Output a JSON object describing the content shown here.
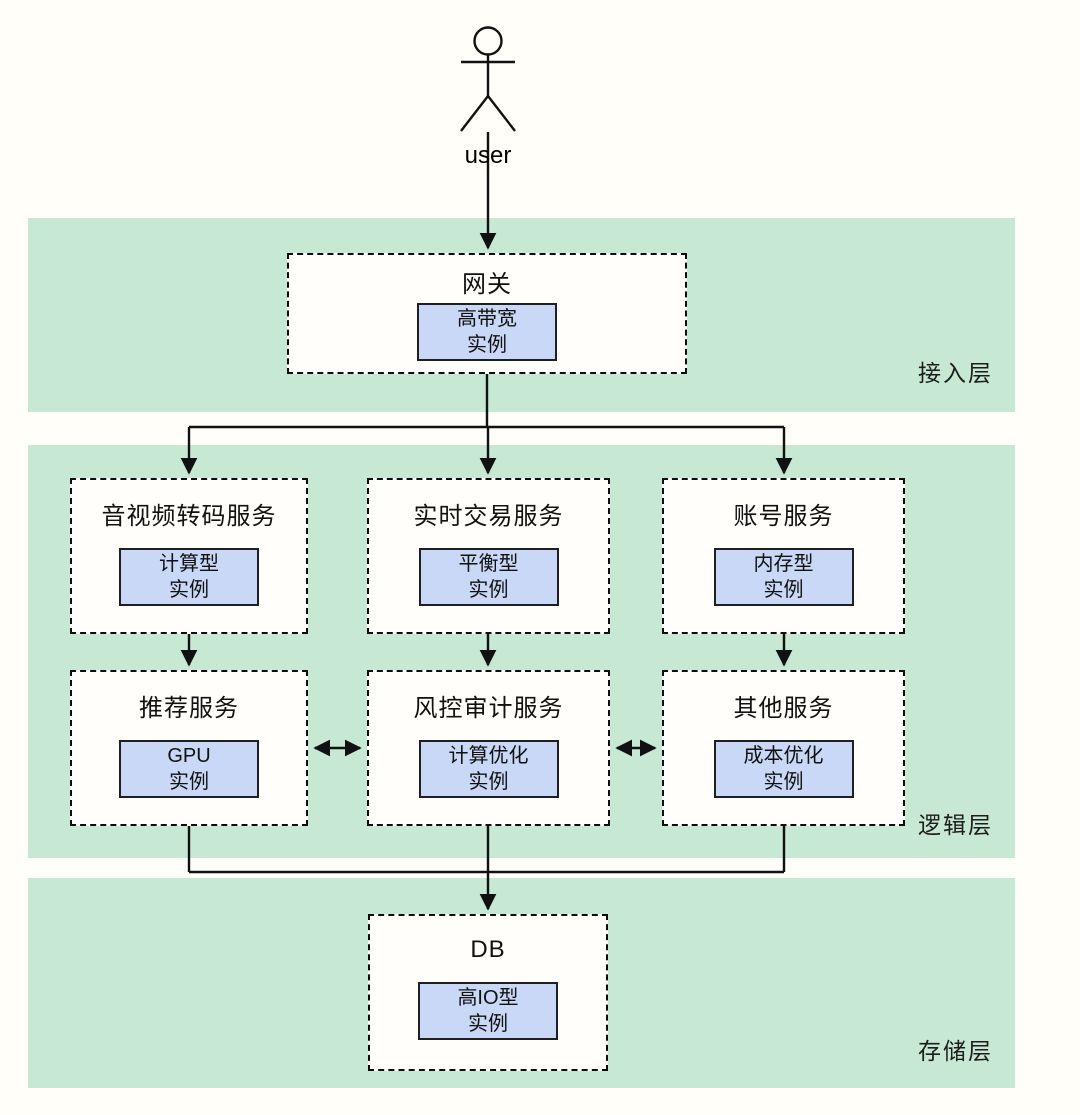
{
  "colors": {
    "bg": "#fffef8",
    "band": "#c7e8d3",
    "box-bg": "#fffefb",
    "instance-fill": "#c9d8f7",
    "line": "#111111"
  },
  "actor": {
    "label": "user"
  },
  "layers": {
    "access": "接入层",
    "logic": "逻辑层",
    "storage": "存储层"
  },
  "nodes": {
    "gateway": {
      "title": "网关",
      "instance_line1": "高带宽",
      "instance_line2": "实例"
    },
    "transcode": {
      "title": "音视频转码服务",
      "instance_line1": "计算型",
      "instance_line2": "实例"
    },
    "trading": {
      "title": "实时交易服务",
      "instance_line1": "平衡型",
      "instance_line2": "实例"
    },
    "account": {
      "title": "账号服务",
      "instance_line1": "内存型",
      "instance_line2": "实例"
    },
    "recommend": {
      "title": "推荐服务",
      "instance_line1": "GPU",
      "instance_line2": "实例"
    },
    "risk": {
      "title": "风控审计服务",
      "instance_line1": "计算优化",
      "instance_line2": "实例"
    },
    "other": {
      "title": "其他服务",
      "instance_line1": "成本优化",
      "instance_line2": "实例"
    },
    "db": {
      "title": "DB",
      "instance_line1": "高IO型",
      "instance_line2": "实例"
    }
  }
}
